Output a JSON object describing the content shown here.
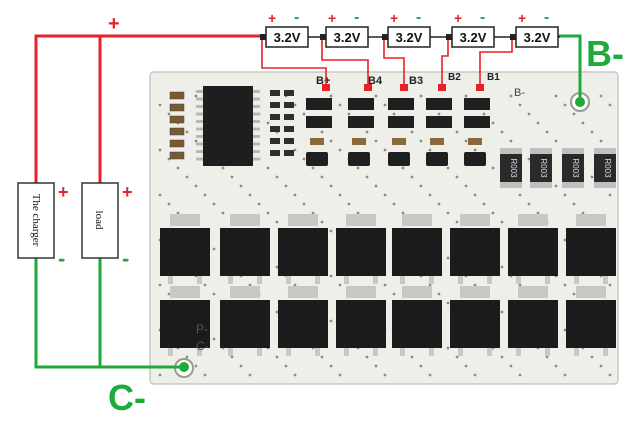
{
  "colors": {
    "positive": "#e8202a",
    "negative": "#1faa3c",
    "board": "#efefea",
    "mosfet": "#1b1b1b",
    "resistor": "#2a2a2a"
  },
  "cells": [
    {
      "voltage": "3.2V",
      "plus": "+",
      "minus": "-"
    },
    {
      "voltage": "3.2V",
      "plus": "+",
      "minus": "-"
    },
    {
      "voltage": "3.2V",
      "plus": "+",
      "minus": "-"
    },
    {
      "voltage": "3.2V",
      "plus": "+",
      "minus": "-"
    },
    {
      "voltage": "3.2V",
      "plus": "+",
      "minus": "-"
    }
  ],
  "top_plus": "+",
  "pads": [
    "B+",
    "B4",
    "B3",
    "B2",
    "B1",
    "B-"
  ],
  "b_minus_label": "B-",
  "c_minus_label": "C-",
  "charger": {
    "label": "The charger",
    "plus": "+",
    "minus": "-"
  },
  "load": {
    "label": "load",
    "plus": "+",
    "minus": "-"
  },
  "board_labels": [
    "P-",
    "C-"
  ],
  "resistor_codes": [
    "R003",
    "R003",
    "R003",
    "R003"
  ]
}
